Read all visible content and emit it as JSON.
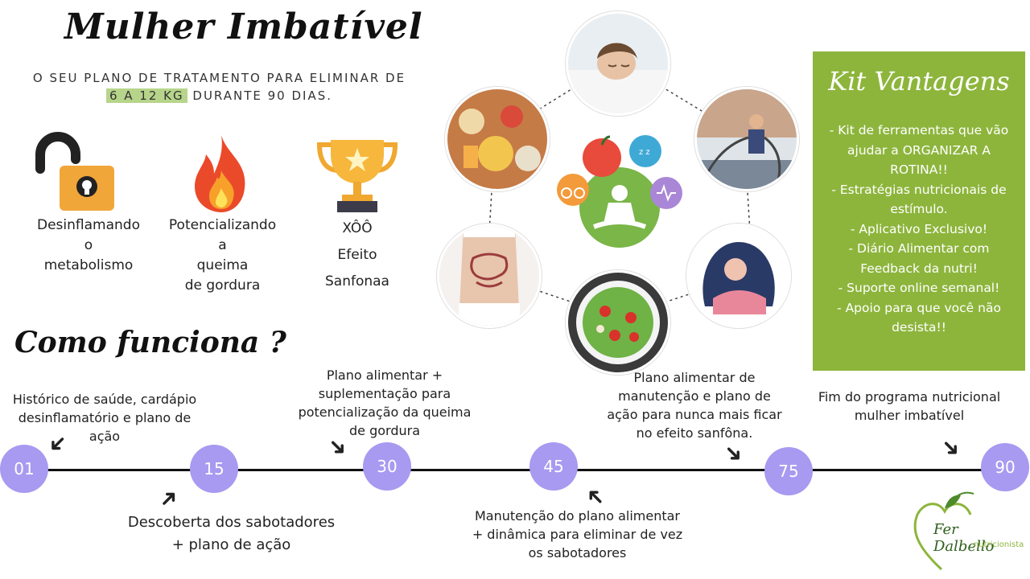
{
  "header": {
    "title": "Mulher Imbatível",
    "subtitle_line1": "O SEU PLANO DE TRATAMENTO PARA ELIMINAR DE",
    "subtitle_highlight": "6 A 12 KG",
    "subtitle_rest": "DURANTE 90 DIAS."
  },
  "benefits": [
    {
      "icon": "padlock-icon",
      "lines": [
        "Desinflamando",
        "o",
        "metabolismo"
      ]
    },
    {
      "icon": "fire-icon",
      "lines": [
        "Potencializando",
        "a",
        "queima",
        "de gordura"
      ]
    },
    {
      "icon": "trophy-icon",
      "lines": [
        "XÔÔ",
        "Efeito",
        "Sanfonaa"
      ]
    }
  ],
  "how": {
    "title": "Como funciona ?"
  },
  "timeline": {
    "nodes": [
      "01",
      "15",
      "30",
      "45",
      "75",
      "90"
    ],
    "notes": {
      "n01": "Histórico de saúde, cardápio desinflamatório e plano de ação",
      "n15": "Descoberta dos sabotadores + plano de ação",
      "n30": "Plano alimentar + suplementação para potencialização da queima de gordura",
      "n45": "Manutenção do plano alimentar + dinâmica para eliminar de vez os sabotadores",
      "n75": "Plano alimentar de manutenção e plano de ação para nunca mais ficar no efeito sanfôna.",
      "n90": "Fim do programa nutricional mulher imbatível"
    }
  },
  "kit": {
    "title": "Kit Vantagens",
    "items": [
      "- Kit de ferramentas que vão ajudar a ORGANIZAR A ROTINA!!",
      "- Estratégias nutricionais de estímulo.",
      "- Aplicativo Exclusivo!",
      "- Diário Alimentar com Feedback da nutri!",
      "- Suporte online semanal!",
      "- Apoio para que você não desista!!"
    ]
  },
  "logo": {
    "name": "Fer Dalbello",
    "role": "nutricionista"
  },
  "colors": {
    "accent_green": "#8db53c",
    "node_purple": "#a79af0",
    "highlight": "#b7d58a"
  }
}
